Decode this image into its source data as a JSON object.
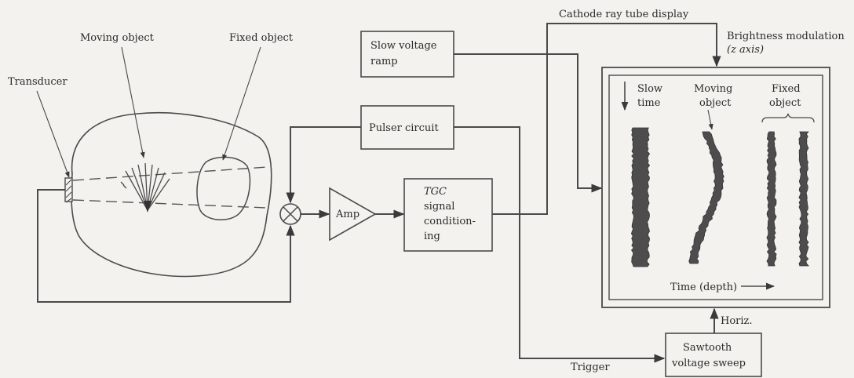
{
  "labels": {
    "moving_object": "Moving object",
    "fixed_object": "Fixed object",
    "transducer": "Transducer",
    "crt_display": "Cathode ray tube display",
    "brightness_mod_1": "Brightness modulation",
    "brightness_mod_2": "(z axis)",
    "trigger": "Trigger",
    "horiz": "Horiz."
  },
  "blocks": {
    "slow_ramp": [
      "Slow voltage",
      "ramp"
    ],
    "pulser": "Pulser circuit",
    "amp": "Amp",
    "tgc": [
      "TGC",
      "signal",
      "condition-",
      "ing"
    ],
    "sawtooth": [
      "Sawtooth",
      "voltage sweep"
    ]
  },
  "display": {
    "slow_time": [
      "Slow",
      "time"
    ],
    "moving_object": [
      "Moving",
      "object"
    ],
    "fixed_object": [
      "Fixed",
      "object"
    ],
    "time_depth": "Time (depth)"
  },
  "colors": {
    "background": "#f4f2ee",
    "line": "#4a4a4a",
    "trace": "#4d4d4d"
  }
}
